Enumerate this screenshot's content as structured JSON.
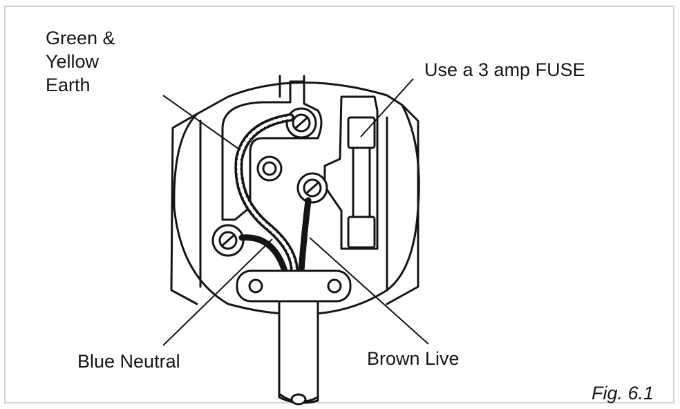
{
  "labels": {
    "earth_lines": [
      "Green &",
      "Yellow",
      "Earth"
    ],
    "fuse": "Use a 3 amp FUSE",
    "neutral": "Blue Neutral",
    "live": "Brown Live",
    "figure": "Fig. 6.1"
  },
  "colors": {
    "ink": "#141414",
    "background": "#ffffff",
    "frame": "#d2d2d2"
  }
}
